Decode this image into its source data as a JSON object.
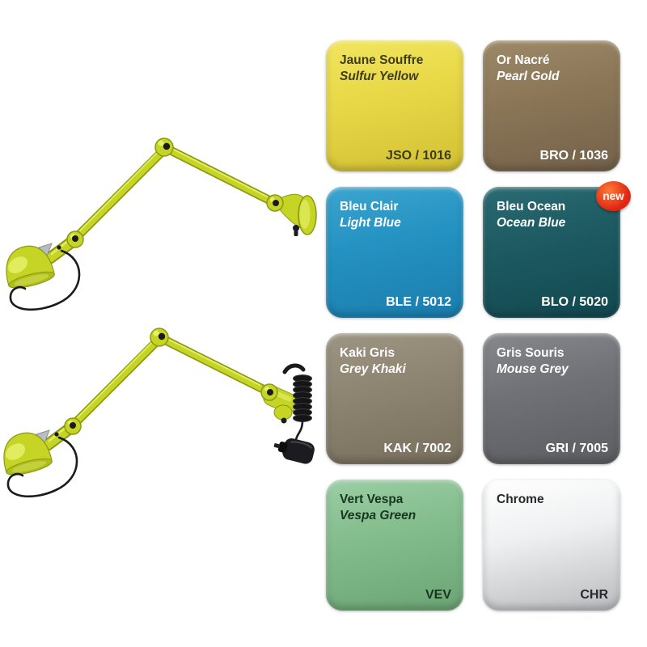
{
  "page": {
    "background_color": "#ffffff"
  },
  "lamps": [
    {
      "name": "articulated-wall-lamp",
      "finish": "yellow-green"
    },
    {
      "name": "articulated-wall-lamp-with-plug",
      "finish": "yellow-green"
    }
  ],
  "theme": {
    "lamp-body": "#c6d426",
    "lamp-dark": "#8a9a12",
    "lamp-deep": "#aebc1c",
    "lamp-light": "#edf677",
    "detail-black": "#1b1b1e",
    "metal": "#b7bdc3",
    "badge-top": "#ff7a36",
    "badge-main": "#e02613"
  },
  "badge": {
    "label": "new"
  },
  "swatches": [
    {
      "id": "JSO",
      "name_fr": "Jaune Souffre",
      "name_en": "Sulfur Yellow",
      "code": "JSO / 1016",
      "colors": {
        "light": "#f2e55e",
        "main": "#e8d847",
        "dark": "#d2c033"
      },
      "text_color": "#3d3c1c",
      "badge": false
    },
    {
      "id": "BRO",
      "name_fr": "Or Nacré",
      "name_en": "Pearl Gold",
      "code": "BRO / 1036",
      "colors": {
        "light": "#9c8968",
        "main": "#8b7757",
        "dark": "#73614a"
      },
      "text_color": "#ffffff",
      "badge": false
    },
    {
      "id": "BLE",
      "name_fr": "Bleu Clair",
      "name_en": "Light Blue",
      "code": "BLE / 5012",
      "colors": {
        "light": "#3da4ce",
        "main": "#2492c2",
        "dark": "#1b7dad"
      },
      "text_color": "#ffffff",
      "badge": false
    },
    {
      "id": "BLO",
      "name_fr": "Bleu Ocean",
      "name_en": "Ocean Blue",
      "code": "BLO / 5020",
      "colors": {
        "light": "#2b6b73",
        "main": "#1d5a62",
        "dark": "#13484f"
      },
      "text_color": "#ffffff",
      "badge": true
    },
    {
      "id": "KAK",
      "name_fr": "Kaki Gris",
      "name_en": "Grey Khaki",
      "code": "KAK / 7002",
      "colors": {
        "light": "#9d9583",
        "main": "#8d8471",
        "dark": "#786f5d"
      },
      "text_color": "#ffffff",
      "badge": false
    },
    {
      "id": "GRI",
      "name_fr": "Gris Souris",
      "name_en": "Mouse Grey",
      "code": "GRI / 7005",
      "colors": {
        "light": "#87888c",
        "main": "#707176",
        "dark": "#5c5d61"
      },
      "text_color": "#ffffff",
      "badge": false
    },
    {
      "id": "VEV",
      "name_fr": "Vert Vespa",
      "name_en": "Vespa Green",
      "code": "VEV",
      "colors": {
        "light": "#9bcea4",
        "main": "#83bc8d",
        "dark": "#6ca575"
      },
      "text_color": "#17361f",
      "badge": false
    },
    {
      "id": "CHR",
      "name_fr": "Chrome",
      "name_en": "",
      "code": "CHR",
      "colors": {
        "light": "#ffffff",
        "main": "#eff0f1",
        "dark": "#b9bbbe"
      },
      "text_color": "#26282b",
      "badge": false
    }
  ]
}
